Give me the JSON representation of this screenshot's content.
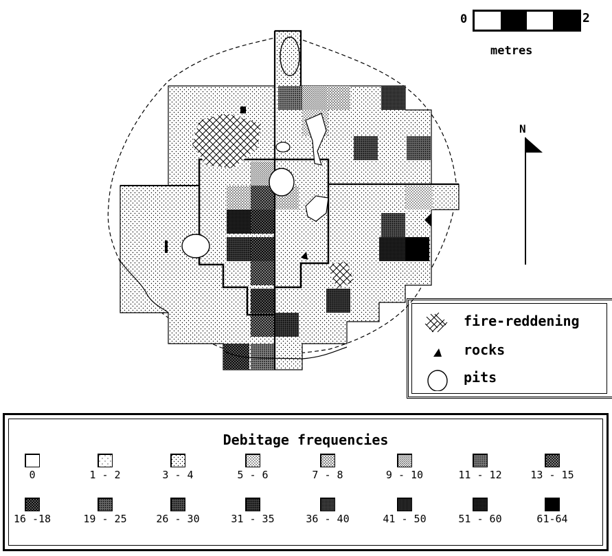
{
  "scale": {
    "start_label": "0",
    "end_label": "2",
    "unit_label": "metres"
  },
  "north_arrow": {
    "label": "N"
  },
  "features_legend": {
    "items": [
      {
        "key": "fire",
        "label": "fire-reddening",
        "icon": "crosshatch-icon"
      },
      {
        "key": "rocks",
        "label": "rocks",
        "icon": "rock-triangle-icon"
      },
      {
        "key": "pits",
        "label": "pits",
        "icon": "pit-oval-icon"
      }
    ]
  },
  "debitage_legend": {
    "title": "Debitage frequencies",
    "classes": [
      {
        "label": "0",
        "level": 0
      },
      {
        "label": "1 - 2",
        "level": 1
      },
      {
        "label": "3 - 4",
        "level": 2
      },
      {
        "label": "5 - 6",
        "level": 3
      },
      {
        "label": "7 - 8",
        "level": 4
      },
      {
        "label": "9 - 10",
        "level": 5
      },
      {
        "label": "11 - 12",
        "level": 6
      },
      {
        "label": "13 - 15",
        "level": 7
      },
      {
        "label": "16 -18",
        "level": 8
      },
      {
        "label": "19 - 25",
        "level": 9
      },
      {
        "label": "26 - 30",
        "level": 10
      },
      {
        "label": "31 - 35",
        "level": 11
      },
      {
        "label": "36 - 40",
        "level": 12
      },
      {
        "label": "41 - 50",
        "level": 13
      },
      {
        "label": "51 - 60",
        "level": 14
      },
      {
        "label": "61-64",
        "level": 15
      }
    ]
  },
  "colors": {
    "ink": "#000000",
    "paper": "#ffffff"
  }
}
